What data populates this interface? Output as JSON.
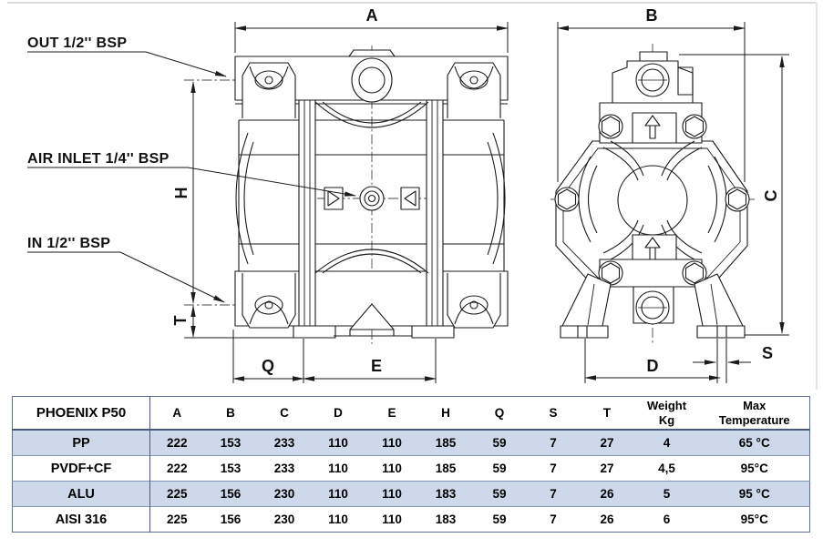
{
  "drawing": {
    "port_labels": {
      "out": "OUT 1/2'' BSP",
      "air_inlet": "AIR INLET 1/4'' BSP",
      "in": "IN 1/2'' BSP"
    },
    "dim_letters": {
      "A": "A",
      "B": "B",
      "C": "C",
      "D": "D",
      "E": "E",
      "H": "H",
      "Q": "Q",
      "S": "S",
      "T": "T"
    }
  },
  "table": {
    "title": "PHOENIX P50",
    "dim_columns": [
      "A",
      "B",
      "C",
      "D",
      "E",
      "H",
      "Q",
      "S",
      "T"
    ],
    "weight_header": {
      "line1": "Weight",
      "line2": "Kg"
    },
    "temp_header": {
      "line1": "Max",
      "line2": "Temperature"
    },
    "rows": [
      {
        "material": "PP",
        "values": [
          "222",
          "153",
          "233",
          "110",
          "110",
          "185",
          "59",
          "7",
          "27",
          "4",
          "65 °C"
        ]
      },
      {
        "material": "PVDF+CF",
        "values": [
          "222",
          "153",
          "233",
          "110",
          "110",
          "185",
          "59",
          "7",
          "27",
          "4,5",
          "95°C"
        ]
      },
      {
        "material": "ALU",
        "values": [
          "225",
          "156",
          "230",
          "110",
          "110",
          "183",
          "59",
          "7",
          "26",
          "5",
          "95 °C"
        ]
      },
      {
        "material": "AISI 316",
        "values": [
          "225",
          "156",
          "230",
          "110",
          "110",
          "183",
          "59",
          "7",
          "26",
          "6",
          "95°C"
        ]
      }
    ]
  },
  "colors": {
    "row_highlight": "#cdd9ea",
    "table_border_outer": "#5c7097",
    "table_border_row": "#8295b4",
    "table_border_dark": "#46597e",
    "drawing_line": "#1b1b1b"
  }
}
